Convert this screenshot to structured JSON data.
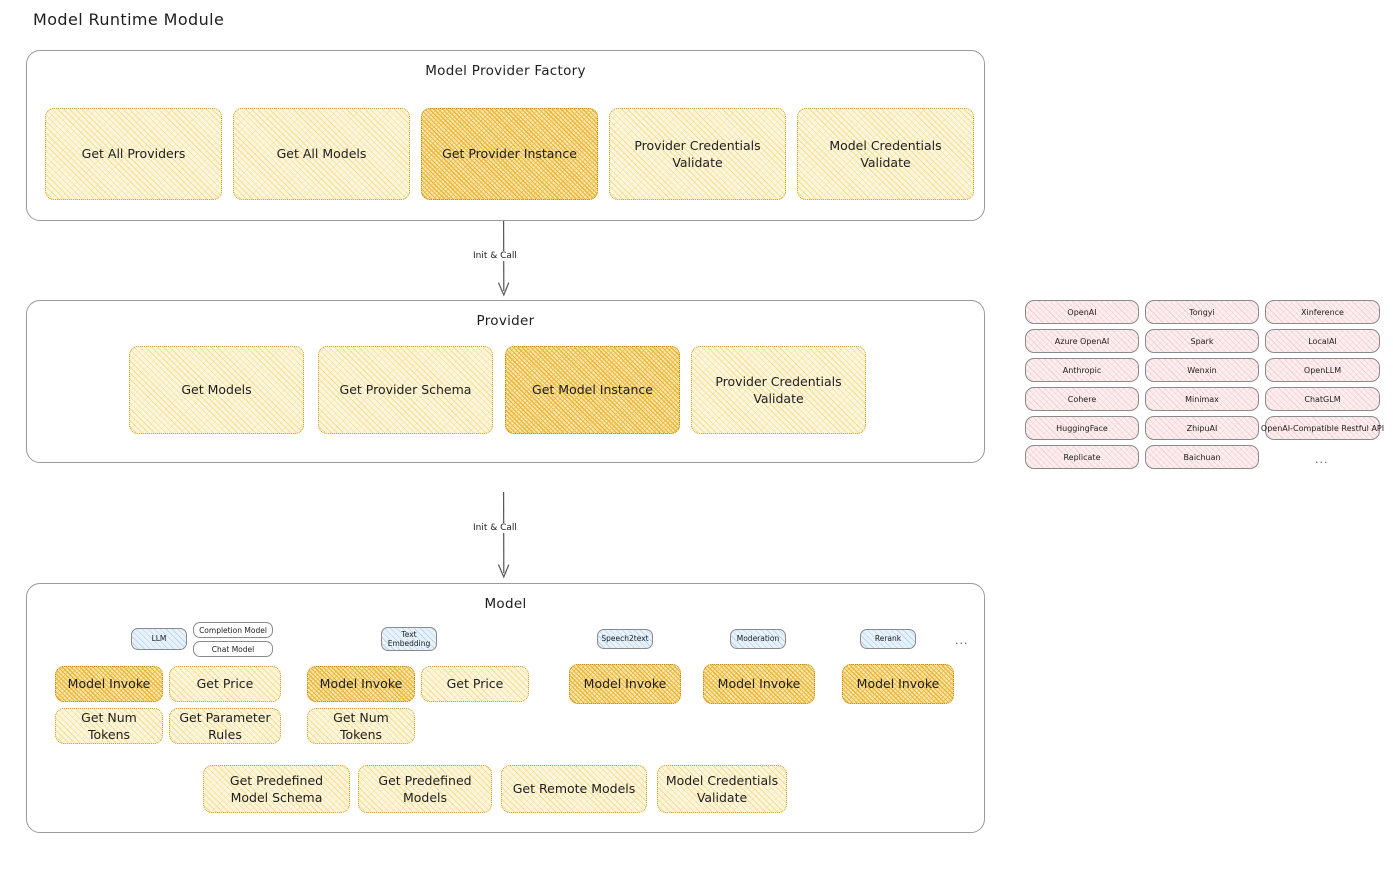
{
  "page": {
    "title": "Model Runtime Module"
  },
  "factory": {
    "title": "Model Provider Factory",
    "boxes": [
      {
        "label": "Get All Providers",
        "highlight": false
      },
      {
        "label": "Get All Models",
        "highlight": false
      },
      {
        "label": "Get Provider Instance",
        "highlight": true
      },
      {
        "label": "Provider Credentials Validate",
        "highlight": false
      },
      {
        "label": "Model Credentials Validate",
        "highlight": false
      }
    ]
  },
  "connector_1": {
    "label": "Init & Call"
  },
  "provider": {
    "title": "Provider",
    "boxes": [
      {
        "label": "Get Models",
        "highlight": false
      },
      {
        "label": "Get Provider Schema",
        "highlight": false
      },
      {
        "label": "Get Model Instance",
        "highlight": true
      },
      {
        "label": "Provider Credentials Validate",
        "highlight": false
      }
    ]
  },
  "provider_list": {
    "column_1": [
      "OpenAI",
      "Azure OpenAI",
      "Anthropic",
      "Cohere",
      "HuggingFace",
      "Replicate"
    ],
    "column_2": [
      "Tongyi",
      "Spark",
      "Wenxin",
      "Minimax",
      "ZhipuAI",
      "Baichuan"
    ],
    "column_3": [
      "Xinference",
      "LocalAI",
      "OpenLLM",
      "ChatGLM",
      "OpenAI-Compatible Restful API"
    ],
    "more": "..."
  },
  "connector_2": {
    "label": "Init & Call"
  },
  "model": {
    "title": "Model",
    "more": "...",
    "types": [
      {
        "chip": "LLM",
        "chip_style": "blue",
        "sub_chips": [
          "Completion Model",
          "Chat Model"
        ],
        "actions": [
          {
            "label": "Model Invoke",
            "highlight": true
          },
          {
            "label": "Get Price",
            "highlight": false
          },
          {
            "label": "Get Num Tokens",
            "highlight": false
          },
          {
            "label": "Get Parameter Rules",
            "highlight": false
          }
        ]
      },
      {
        "chip": "Text Embedding",
        "chip_style": "blue",
        "sub_chips": [],
        "actions": [
          {
            "label": "Model Invoke",
            "highlight": true
          },
          {
            "label": "Get Price",
            "highlight": false
          },
          {
            "label": "Get Num Tokens",
            "highlight": false
          }
        ]
      },
      {
        "chip": "Speech2text",
        "chip_style": "blue",
        "sub_chips": [],
        "actions": [
          {
            "label": "Model Invoke",
            "highlight": true
          }
        ]
      },
      {
        "chip": "Moderation",
        "chip_style": "blue",
        "sub_chips": [],
        "actions": [
          {
            "label": "Model Invoke",
            "highlight": true
          }
        ]
      },
      {
        "chip": "Rerank",
        "chip_style": "blue",
        "sub_chips": [],
        "actions": [
          {
            "label": "Model Invoke",
            "highlight": true
          }
        ]
      }
    ],
    "common_actions": [
      {
        "label": "Get Predefined Model Schema",
        "highlight": false
      },
      {
        "label": "Get Predefined Models",
        "highlight": false
      },
      {
        "label": "Get Remote Models",
        "highlight": false
      },
      {
        "label": "Model Credentials Validate",
        "highlight": false
      }
    ]
  },
  "colors": {
    "hatch_light": "#fdf6de",
    "hatch_highlight": "#fbe7b4",
    "chip_pink": "#fdeff0",
    "chip_blue": "#e8f2fb",
    "stroke": "#9a9a9a",
    "text": "#1e1e1e"
  }
}
